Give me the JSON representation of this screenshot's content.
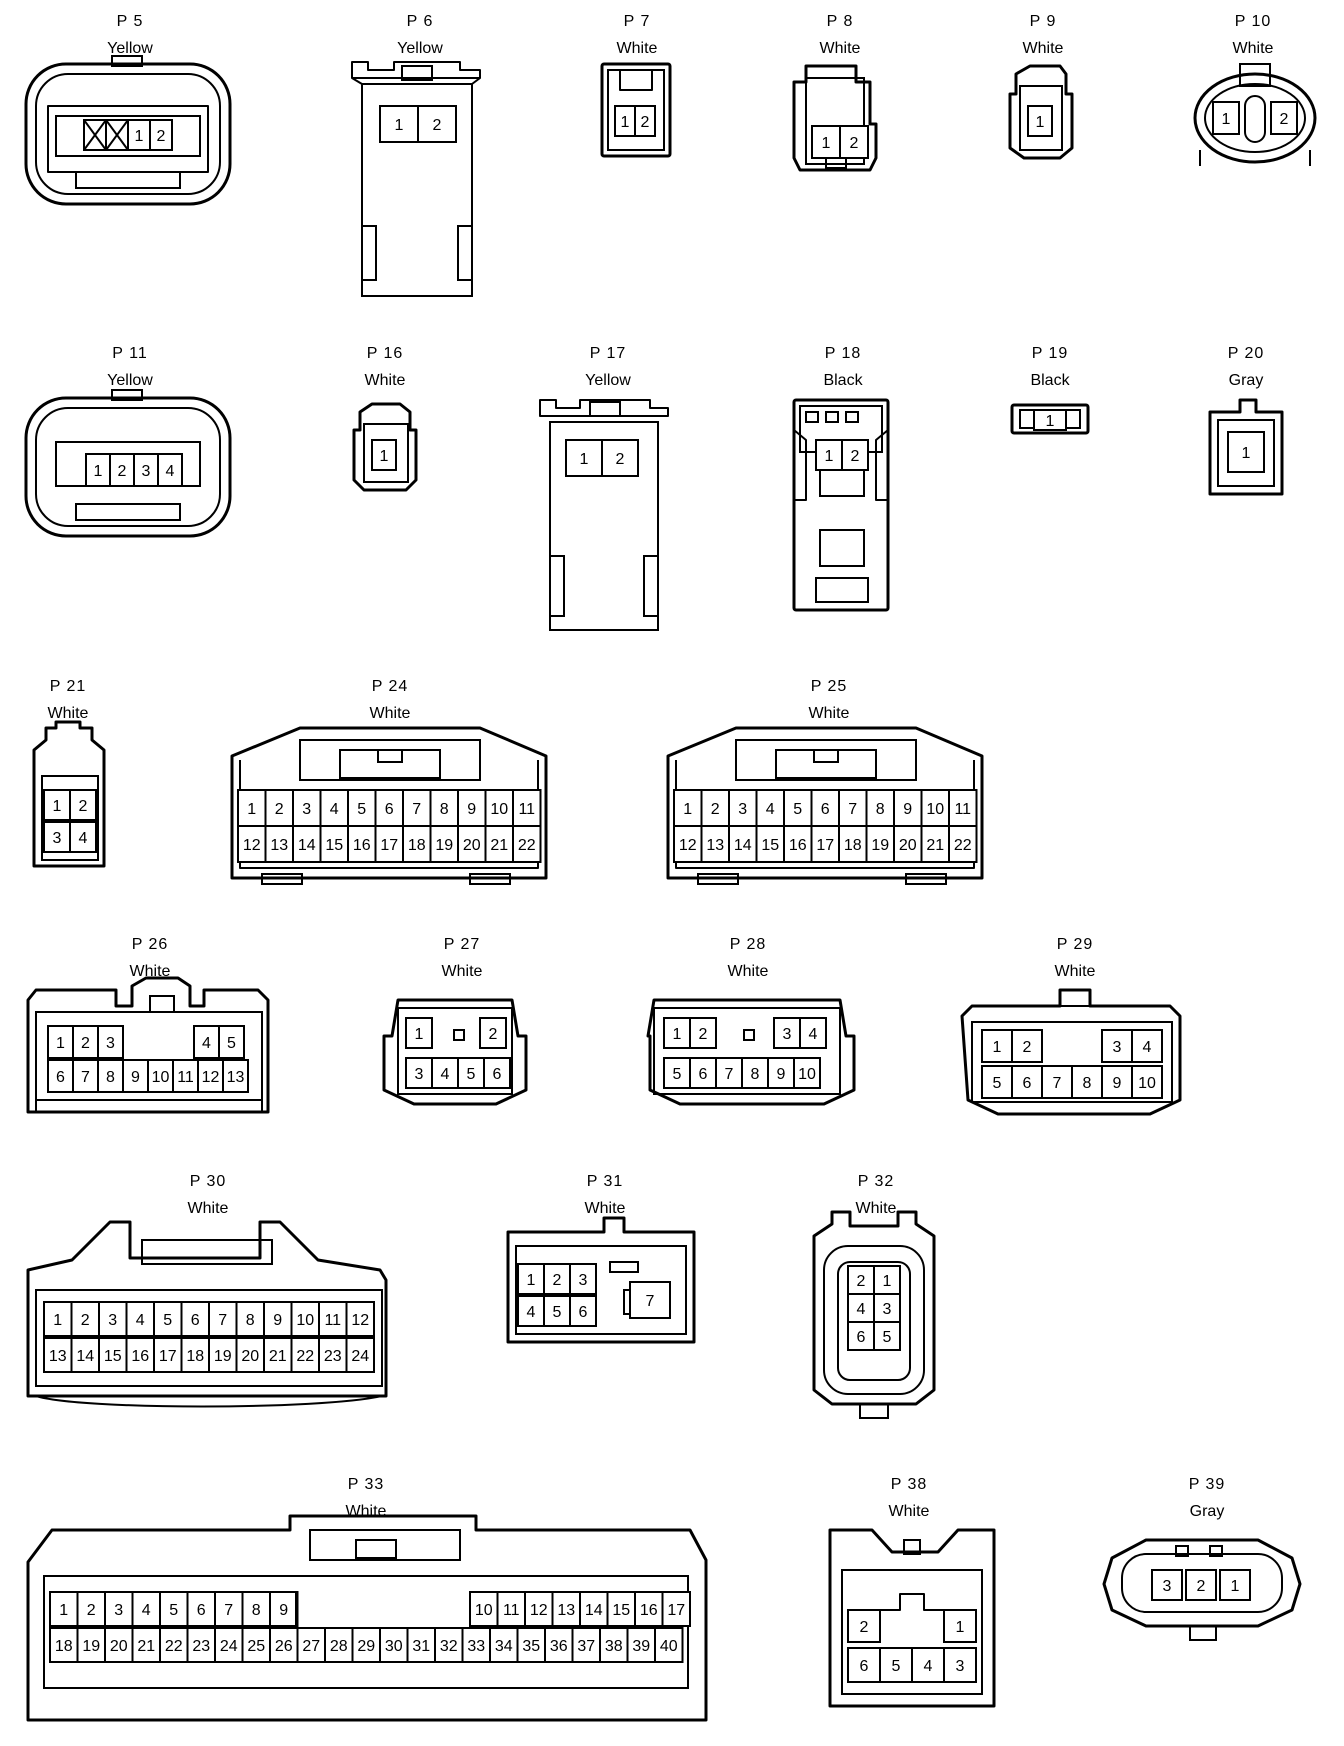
{
  "connectors": [
    {
      "id": "P 5",
      "color": "Yellow",
      "pins": [
        "1",
        "2"
      ]
    },
    {
      "id": "P 6",
      "color": "Yellow",
      "pins": [
        "1",
        "2"
      ]
    },
    {
      "id": "P 7",
      "color": "White",
      "pins": [
        "1",
        "2"
      ]
    },
    {
      "id": "P 8",
      "color": "White",
      "pins": [
        "1",
        "2"
      ]
    },
    {
      "id": "P 9",
      "color": "White",
      "pins": [
        "1"
      ]
    },
    {
      "id": "P 10",
      "color": "White",
      "pins": [
        "1",
        "2"
      ]
    },
    {
      "id": "P 11",
      "color": "Yellow",
      "pins": [
        "1",
        "2",
        "3",
        "4"
      ]
    },
    {
      "id": "P 16",
      "color": "White",
      "pins": [
        "1"
      ]
    },
    {
      "id": "P 17",
      "color": "Yellow",
      "pins": [
        "1",
        "2"
      ]
    },
    {
      "id": "P 18",
      "color": "Black",
      "pins": [
        "1",
        "2"
      ]
    },
    {
      "id": "P 19",
      "color": "Black",
      "pins": [
        "1"
      ]
    },
    {
      "id": "P 20",
      "color": "Gray",
      "pins": [
        "1"
      ]
    },
    {
      "id": "P 21",
      "color": "White",
      "pins": [
        "1",
        "2",
        "3",
        "4"
      ]
    },
    {
      "id": "P 24",
      "color": "White",
      "pins": [
        "1",
        "2",
        "3",
        "4",
        "5",
        "6",
        "7",
        "8",
        "9",
        "10",
        "11",
        "12",
        "13",
        "14",
        "15",
        "16",
        "17",
        "18",
        "19",
        "20",
        "21",
        "22"
      ]
    },
    {
      "id": "P 25",
      "color": "White",
      "pins": [
        "1",
        "2",
        "3",
        "4",
        "5",
        "6",
        "7",
        "8",
        "9",
        "10",
        "11",
        "12",
        "13",
        "14",
        "15",
        "16",
        "17",
        "18",
        "19",
        "20",
        "21",
        "22"
      ]
    },
    {
      "id": "P 26",
      "color": "White",
      "pins": [
        "1",
        "2",
        "3",
        "4",
        "5",
        "6",
        "7",
        "8",
        "9",
        "10",
        "11",
        "12",
        "13"
      ]
    },
    {
      "id": "P 27",
      "color": "White",
      "pins": [
        "1",
        "2",
        "3",
        "4",
        "5",
        "6"
      ]
    },
    {
      "id": "P 28",
      "color": "White",
      "pins": [
        "1",
        "2",
        "3",
        "4",
        "5",
        "6",
        "7",
        "8",
        "9",
        "10"
      ]
    },
    {
      "id": "P 29",
      "color": "White",
      "pins": [
        "1",
        "2",
        "3",
        "4",
        "5",
        "6",
        "7",
        "8",
        "9",
        "10"
      ]
    },
    {
      "id": "P 30",
      "color": "White",
      "pins": [
        "1",
        "2",
        "3",
        "4",
        "5",
        "6",
        "7",
        "8",
        "9",
        "10",
        "11",
        "12",
        "13",
        "14",
        "15",
        "16",
        "17",
        "18",
        "19",
        "20",
        "21",
        "22",
        "23",
        "24"
      ]
    },
    {
      "id": "P 31",
      "color": "White",
      "pins": [
        "1",
        "2",
        "3",
        "4",
        "5",
        "6",
        "7"
      ]
    },
    {
      "id": "P 32",
      "color": "White",
      "pins": [
        "2",
        "1",
        "4",
        "3",
        "6",
        "5"
      ]
    },
    {
      "id": "P 33",
      "color": "White",
      "pins": [
        "1",
        "2",
        "3",
        "4",
        "5",
        "6",
        "7",
        "8",
        "9",
        "10",
        "11",
        "12",
        "13",
        "14",
        "15",
        "16",
        "17",
        "18",
        "19",
        "20",
        "21",
        "22",
        "23",
        "24",
        "25",
        "26",
        "27",
        "28",
        "29",
        "30",
        "31",
        "32",
        "33",
        "34",
        "35",
        "36",
        "37",
        "38",
        "39",
        "40"
      ]
    },
    {
      "id": "P 38",
      "color": "White",
      "pins": [
        "2",
        "1",
        "6",
        "5",
        "4",
        "3"
      ]
    },
    {
      "id": "P 39",
      "color": "Gray",
      "pins": [
        "3",
        "2",
        "1"
      ]
    }
  ]
}
